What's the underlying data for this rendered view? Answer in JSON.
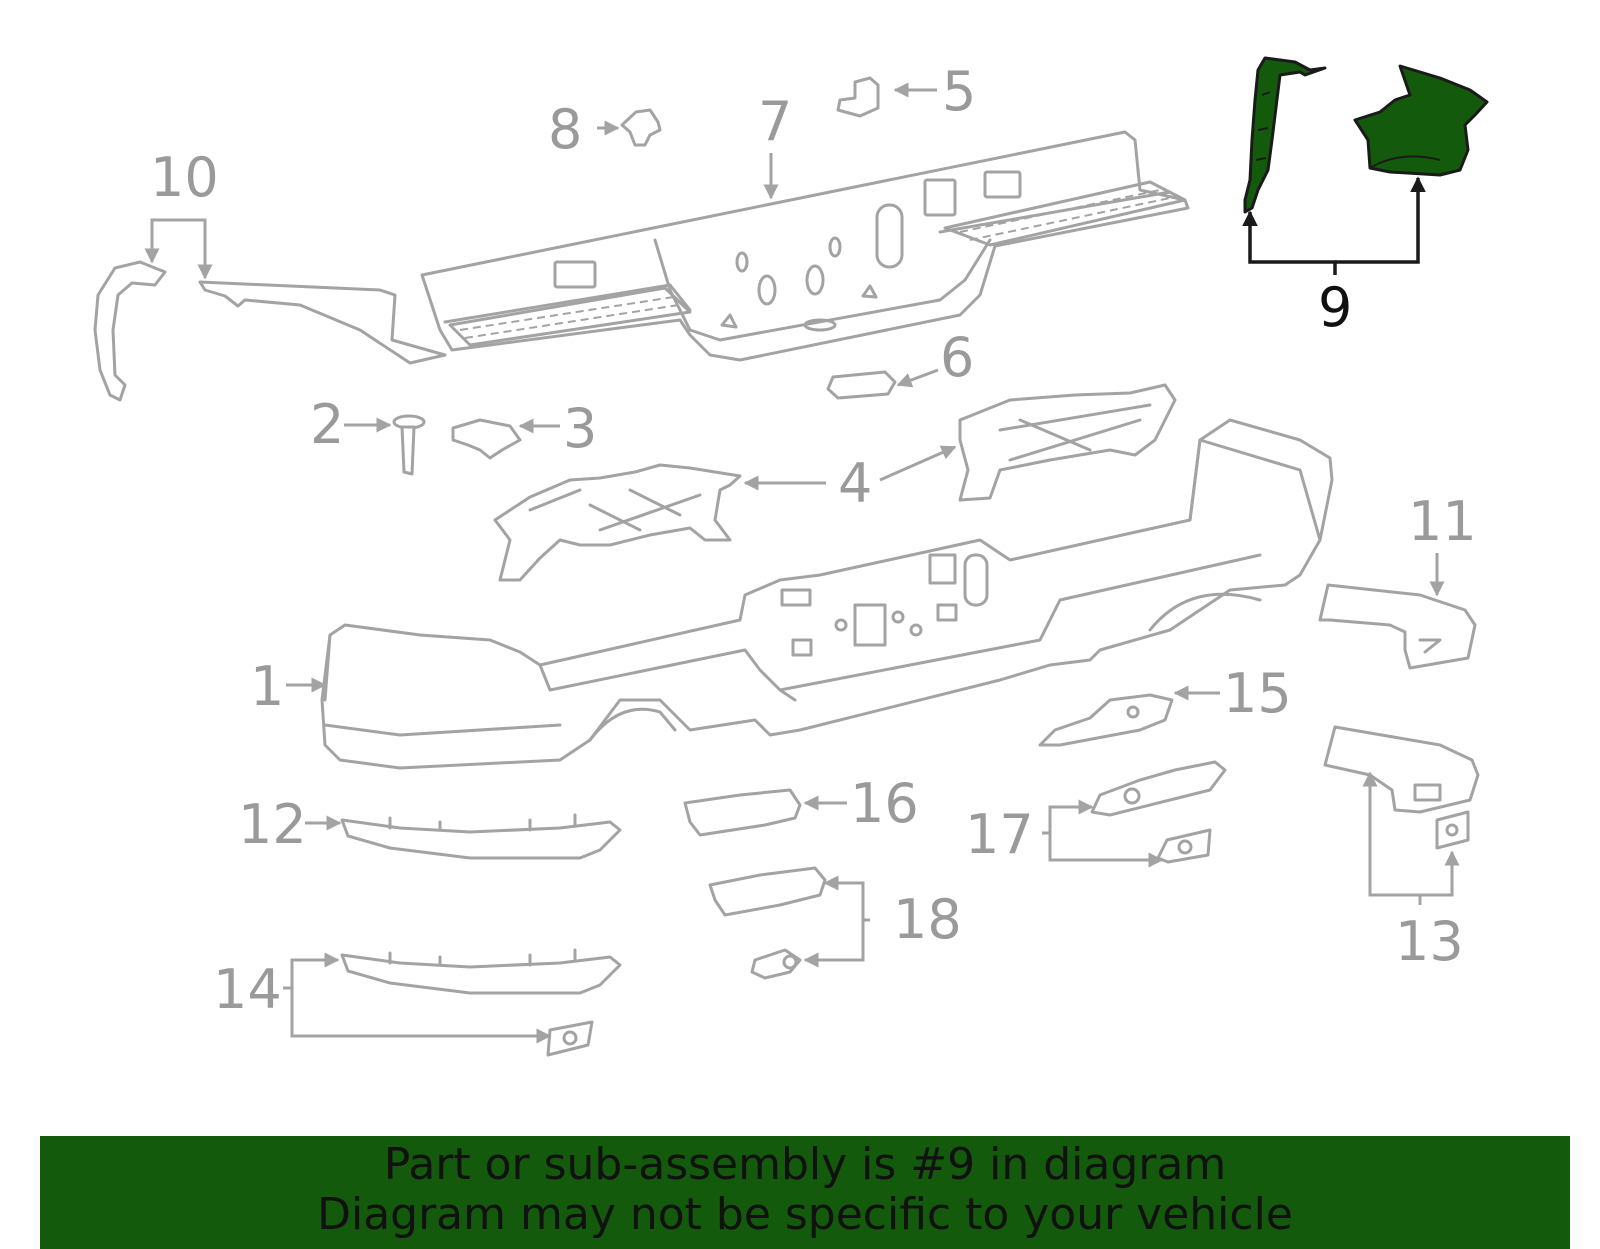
{
  "callouts": {
    "c1": "1",
    "c2": "2",
    "c3": "3",
    "c4": "4",
    "c5": "5",
    "c6": "6",
    "c7": "7",
    "c8": "8",
    "c9": "9",
    "c10": "10",
    "c11": "11",
    "c12": "12",
    "c13": "13",
    "c14": "14",
    "c15": "15",
    "c16": "16",
    "c17": "17",
    "c18": "18"
  },
  "highlighted_part": "9",
  "colors": {
    "highlight": "#145a0c",
    "part_outline": "#a3a3a3",
    "banner_bg": "#145a0c"
  },
  "banner": {
    "line1": "Part or sub-assembly is #9 in diagram",
    "line2": "Diagram may not be specific to your vehicle"
  }
}
